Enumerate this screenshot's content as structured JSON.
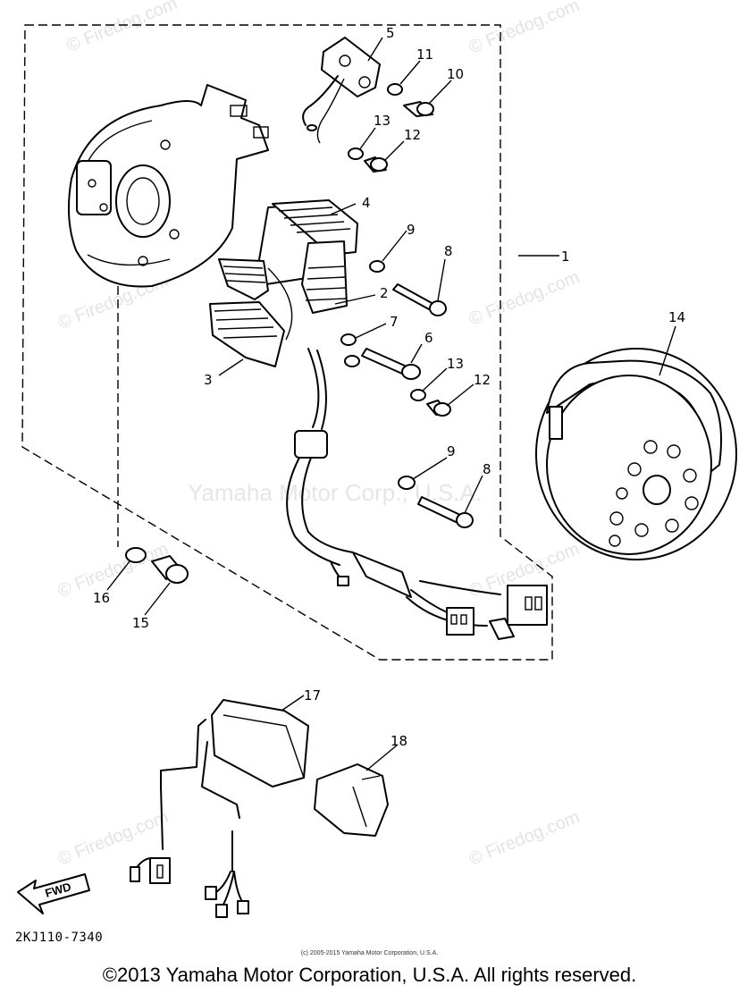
{
  "callouts": {
    "c1": "1",
    "c2": "2",
    "c3": "3",
    "c4": "4",
    "c5": "5",
    "c6": "6",
    "c7": "7",
    "c8a": "8",
    "c8b": "8",
    "c9a": "9",
    "c9b": "9",
    "c10": "10",
    "c11": "11",
    "c12a": "12",
    "c12b": "12",
    "c13a": "13",
    "c13b": "13",
    "c14": "14",
    "c15": "15",
    "c16": "16",
    "c17": "17",
    "c18": "18"
  },
  "watermarks": {
    "firedog": "© Firedog.com",
    "yamaha": "Yamaha Motor Corp., U.S.A."
  },
  "fwd_label": "FWD",
  "part_code": "2KJ110-7340",
  "small_credit": "(c) 2005-2015 Yamaha Motor Corporation, U.S.A.",
  "copyright": "©2013 Yamaha Motor Corporation, U.S.A. All rights reserved."
}
